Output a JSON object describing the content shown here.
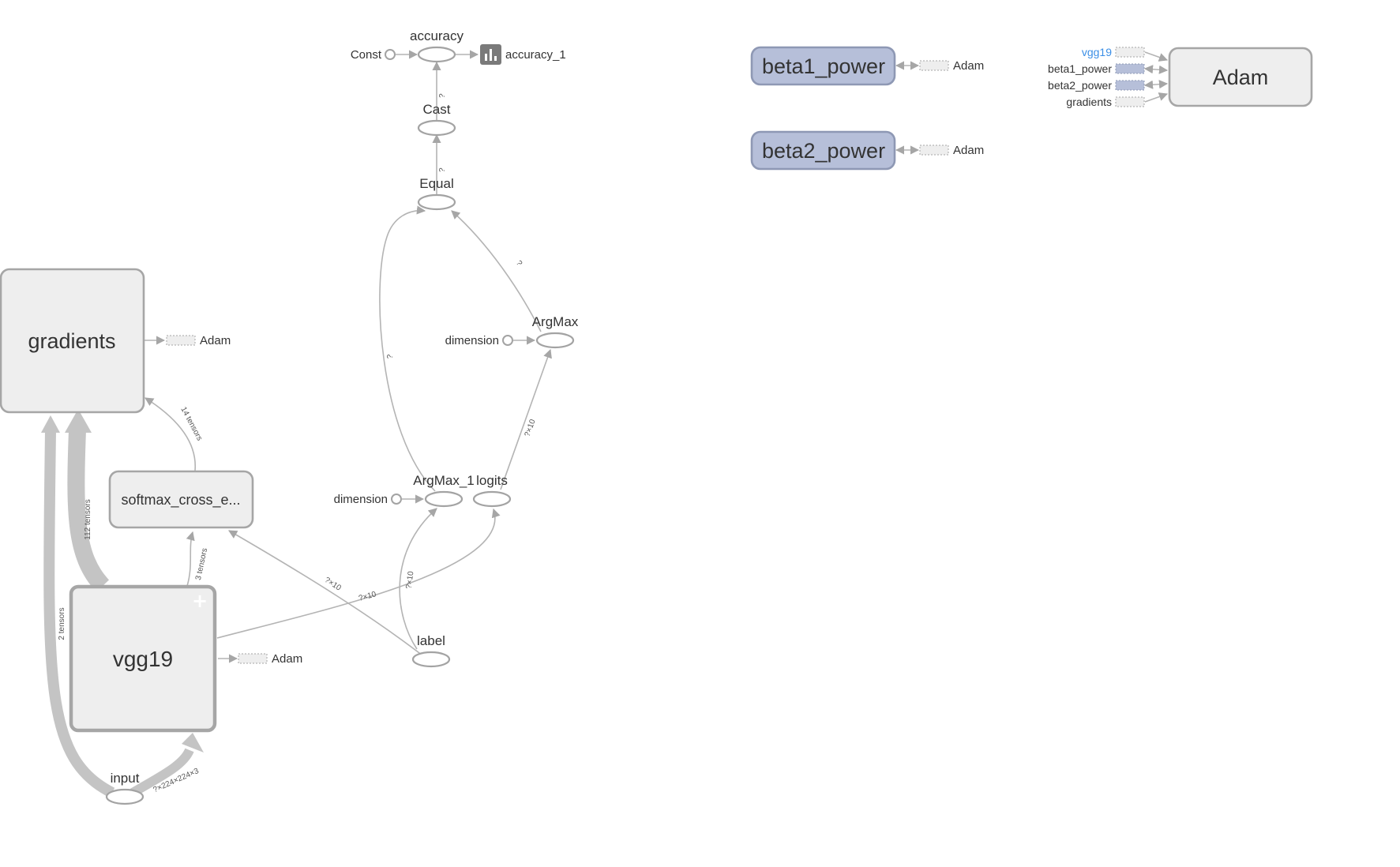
{
  "graph": {
    "nodes": {
      "gradients": {
        "label": "gradients"
      },
      "vgg19": {
        "label": "vgg19",
        "expand_glyph": "+"
      },
      "softmax": {
        "label": "softmax_cross_e..."
      },
      "input": {
        "label": "input"
      },
      "label": {
        "label": "label"
      },
      "accuracy": {
        "label": "accuracy"
      },
      "accuracy_const": {
        "label": "Const"
      },
      "accuracy_1": {
        "label": "accuracy_1",
        "icon": "bar-chart-icon"
      },
      "cast": {
        "label": "Cast"
      },
      "equal": {
        "label": "Equal"
      },
      "argmax": {
        "label": "ArgMax"
      },
      "argmax_dimension": {
        "label": "dimension"
      },
      "argmax_1": {
        "label": "ArgMax_1"
      },
      "argmax_1_dimension": {
        "label": "dimension"
      },
      "logits": {
        "label": "logits"
      },
      "beta1_power": {
        "label": "beta1_power"
      },
      "beta2_power": {
        "label": "beta2_power"
      },
      "adam": {
        "label": "Adam"
      }
    },
    "aux_refs": {
      "gradients_adam": "Adam",
      "vgg19_adam": "Adam",
      "beta1_adam": "Adam",
      "beta2_adam": "Adam"
    },
    "adam_inputs": [
      {
        "label": "vgg19",
        "color": "#3a8ee6"
      },
      {
        "label": "beta1_power",
        "color": "#333333"
      },
      {
        "label": "beta2_power",
        "color": "#333333"
      },
      {
        "label": "gradients",
        "color": "#333333"
      }
    ],
    "edge_labels": {
      "input_to_gradients": "2 tensors",
      "vgg19_to_gradients": "112 tensors",
      "softmax_to_gradients": "14 tensors",
      "vgg19_to_softmax": "3 tensors",
      "input_to_vgg19": "?×224×224×3",
      "vgg19_to_logits": "?×10",
      "label_to_softmax": "?×10",
      "label_to_argmax_1": "?×10",
      "logits_to_argmax": "?×10",
      "argmax_to_equal": "?",
      "argmax_1_to_equal": "?",
      "equal_to_cast": "?",
      "cast_to_accuracy": "?"
    },
    "colors": {
      "node_fill": "#eeeeee",
      "node_stroke": "#a6a6a6",
      "variable_fill": "#b6bfd9",
      "variable_stroke": "#8e98b4",
      "edge": "#b4b4b4",
      "highlight_text": "#3a8ee6"
    }
  }
}
